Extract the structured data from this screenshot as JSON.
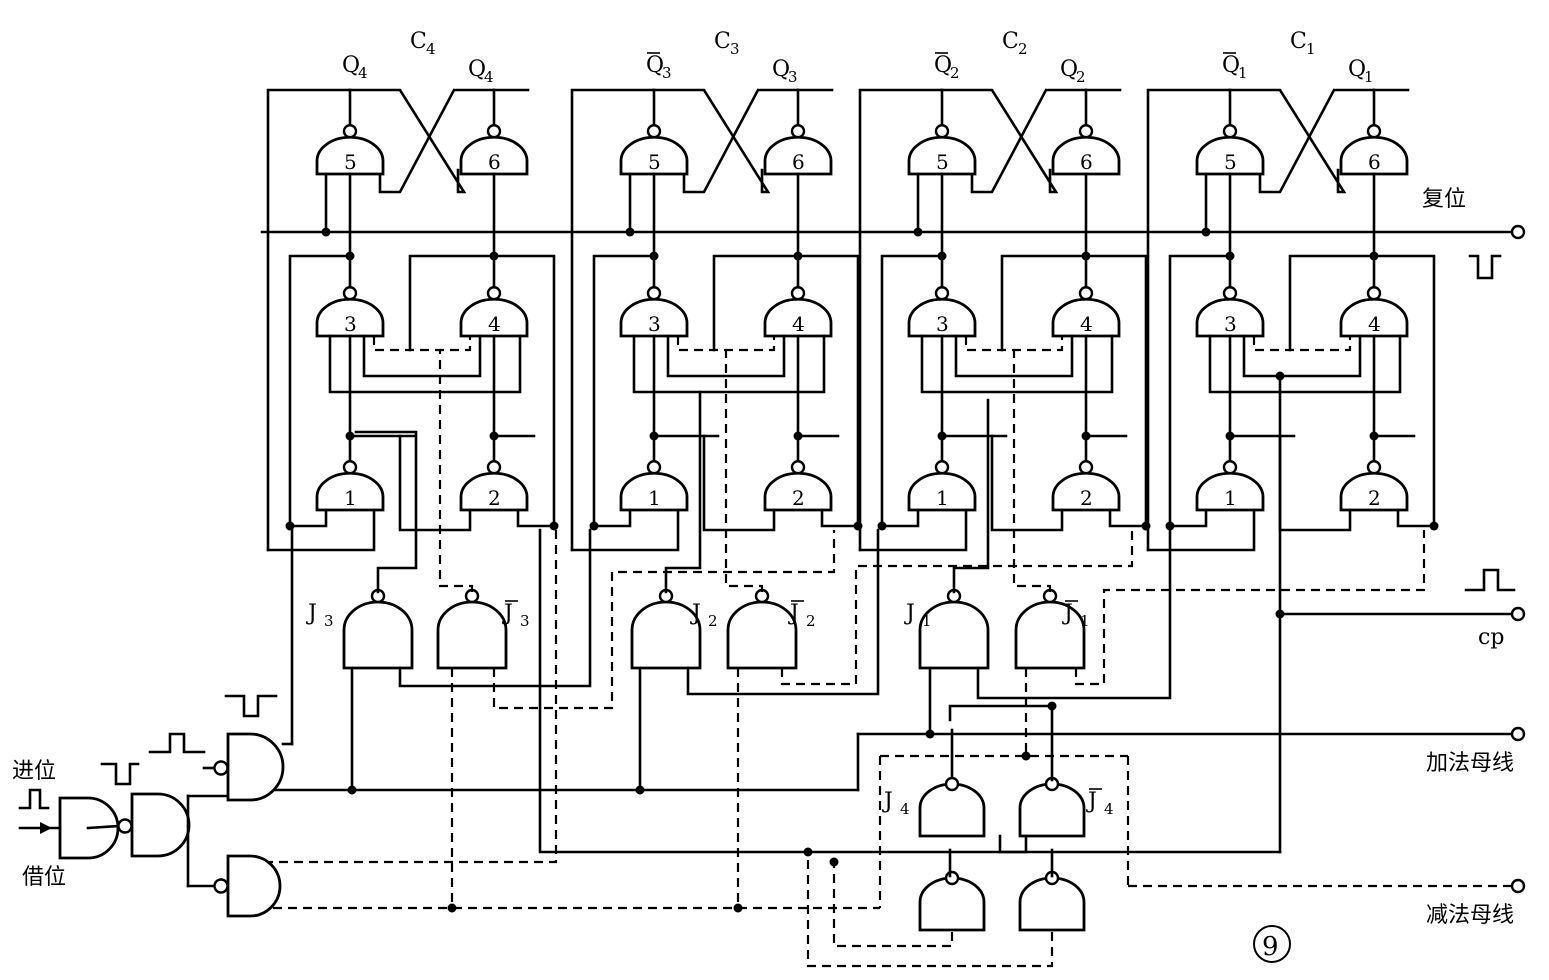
{
  "cells": [
    {
      "id": "C4",
      "c_label": "C",
      "c_sub": "4",
      "left_q": "Q",
      "left_sub": "4",
      "left_bar": false,
      "right_q": "Q",
      "right_sub": "4",
      "gates": [
        "5",
        "6",
        "3",
        "4",
        "1",
        "2"
      ]
    },
    {
      "id": "C3",
      "c_label": "C",
      "c_sub": "3",
      "left_q": "Q",
      "left_sub": "3",
      "left_bar": true,
      "right_q": "Q",
      "right_sub": "3",
      "gates": [
        "5",
        "6",
        "3",
        "4",
        "1",
        "2"
      ]
    },
    {
      "id": "C2",
      "c_label": "C",
      "c_sub": "2",
      "left_q": "Q",
      "left_sub": "2",
      "left_bar": true,
      "right_q": "Q",
      "right_sub": "2",
      "gates": [
        "5",
        "6",
        "3",
        "4",
        "1",
        "2"
      ]
    },
    {
      "id": "C1",
      "c_label": "C",
      "c_sub": "1",
      "left_q": "Q",
      "left_sub": "1",
      "left_bar": true,
      "right_q": "Q",
      "right_sub": "1",
      "gates": [
        "5",
        "6",
        "3",
        "4",
        "1",
        "2"
      ]
    }
  ],
  "j_gates": {
    "j3": "J",
    "j3_sub": "3",
    "j3b": "J",
    "j3b_sub": "3",
    "j2": "J",
    "j2_sub": "2",
    "j2b": "J",
    "j2b_sub": "2",
    "j1": "J",
    "j1_sub": "1",
    "j1b": "J",
    "j1b_sub": "1",
    "j4": "J",
    "j4_sub": "4",
    "j4b": "J",
    "j4b_sub": "4"
  },
  "labels": {
    "reset": "复位",
    "cp": "cp",
    "add_bus": "加法母线",
    "sub_bus": "减法母线",
    "carry": "进位",
    "borrow": "借位",
    "figure_mark": "9"
  }
}
